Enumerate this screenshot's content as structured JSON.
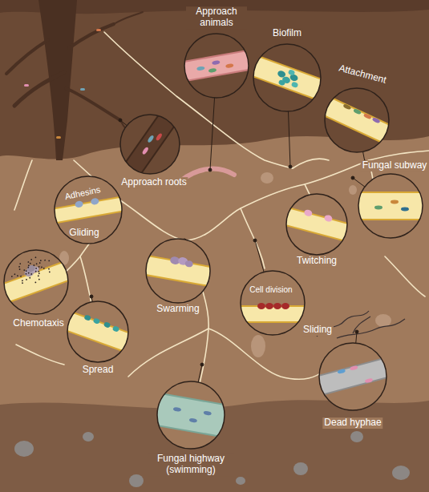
{
  "diagram": {
    "nodes": [
      {
        "text": [
          "Approach animals"
        ]
      },
      {
        "text": [
          "Biofilm"
        ]
      },
      {
        "text": [
          "Attachment"
        ]
      },
      {
        "text": [
          "Approach roots"
        ]
      },
      {
        "text": [
          "Fungal subway"
        ]
      },
      {
        "text": [
          "Adhesins",
          "Gliding"
        ]
      },
      {
        "text": [
          "Twitching"
        ]
      },
      {
        "text": [
          "Chemotaxis"
        ]
      },
      {
        "text": [
          "Swarming"
        ]
      },
      {
        "text": [
          "Cell division",
          "Sliding"
        ]
      },
      {
        "text": [
          "Spread"
        ]
      },
      {
        "text": [
          "Dead hyphae"
        ]
      },
      {
        "text": [
          "Fungal highway (swimming)"
        ]
      }
    ]
  }
}
